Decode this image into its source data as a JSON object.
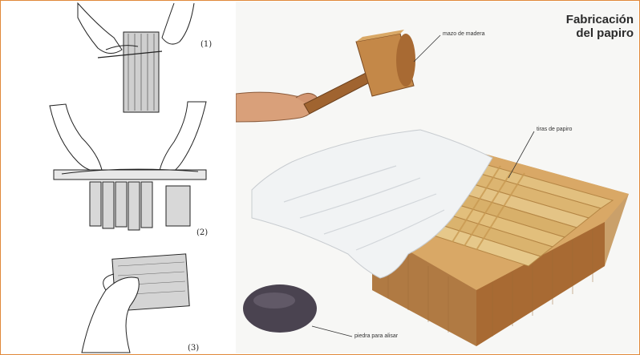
{
  "title": {
    "line1": "Fabricación",
    "line2": "del papiro"
  },
  "labels": {
    "mallet": "mazo de madera",
    "strips": "tiras de papiro",
    "stone": "piedra para alisar"
  },
  "steps": [
    "(1)",
    "(2)",
    "(3)"
  ],
  "colors": {
    "border": "#e0893a",
    "wood_light": "#d9a866",
    "wood_dark": "#a86a33",
    "stone": "#4a4350",
    "cloth": "#f1f3f4"
  }
}
